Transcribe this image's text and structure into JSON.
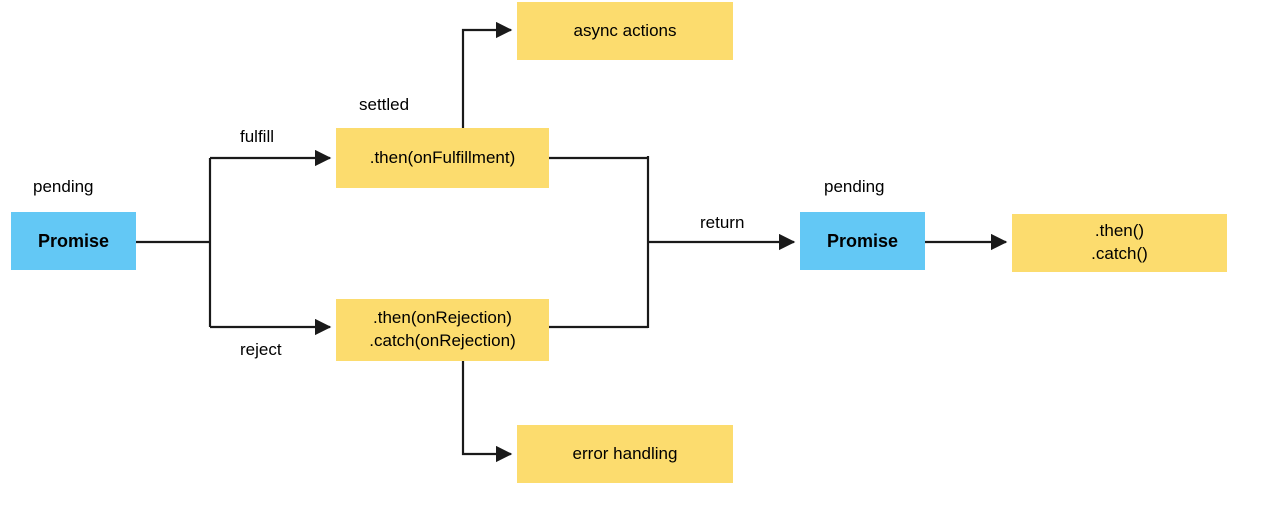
{
  "diagram": {
    "title": "JavaScript Promise flow diagram",
    "colors": {
      "yellow": "#FCDC6E",
      "blue": "#63C8F5",
      "edge": "#1a1a1a",
      "text": "#000000",
      "background": "#ffffff"
    },
    "nodes": [
      {
        "id": "promise_left",
        "text": "Promise",
        "kind": "blue"
      },
      {
        "id": "then_fulfill",
        "text": "​.then(onFulfillment)",
        "kind": "yellow"
      },
      {
        "id": "then_reject",
        "text": ".then(onRejection)\n.catch(onRejection)",
        "kind": "yellow"
      },
      {
        "id": "async_actions",
        "text": "async actions",
        "kind": "yellow"
      },
      {
        "id": "error_handling",
        "text": "error handling",
        "kind": "yellow"
      },
      {
        "id": "promise_right",
        "text": "Promise",
        "kind": "blue"
      },
      {
        "id": "then_catch",
        "text": ".then()\n.catch()",
        "kind": "yellow"
      }
    ],
    "labels": [
      {
        "id": "pending_left",
        "text": "pending"
      },
      {
        "id": "fulfill",
        "text": "fulfill"
      },
      {
        "id": "settled",
        "text": "settled"
      },
      {
        "id": "reject",
        "text": "reject"
      },
      {
        "id": "return",
        "text": "return"
      },
      {
        "id": "pending_right",
        "text": "pending"
      }
    ]
  }
}
